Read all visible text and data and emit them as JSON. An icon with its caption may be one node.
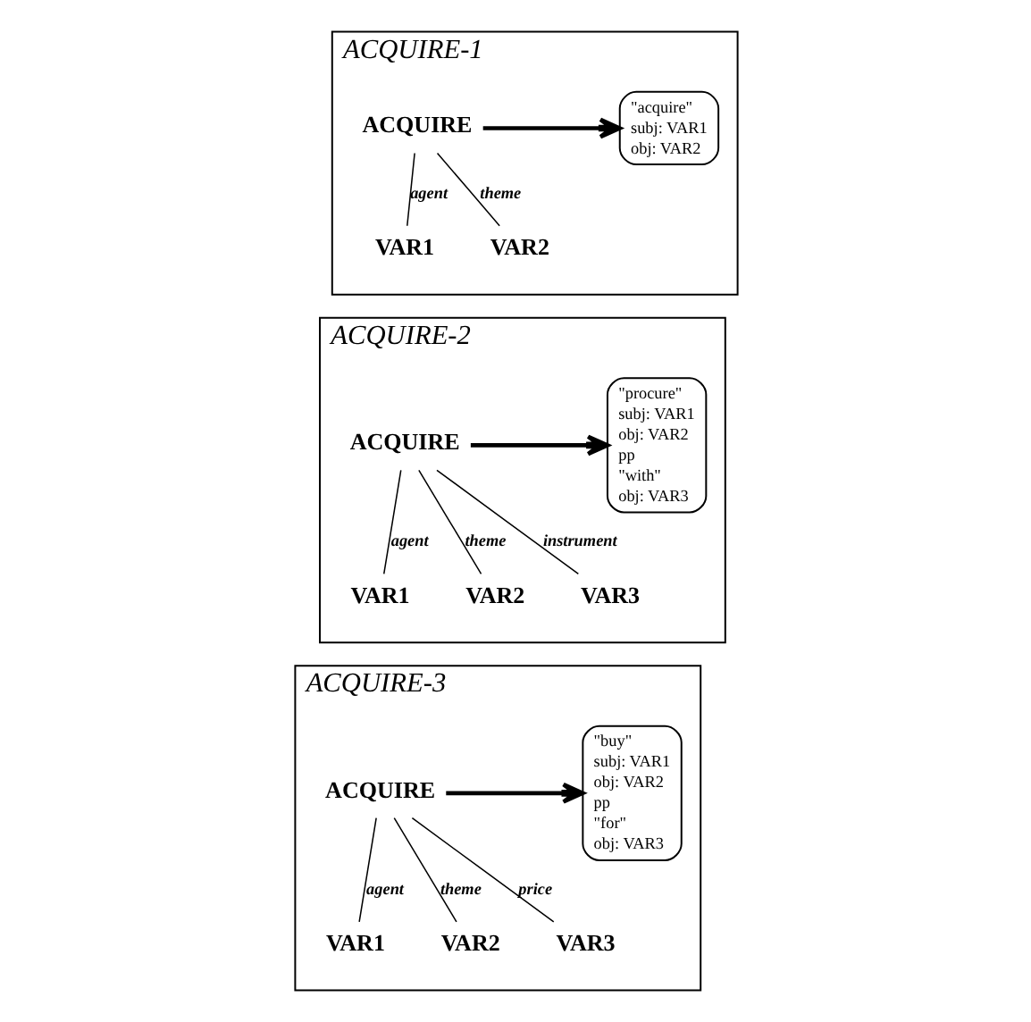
{
  "diagram": {
    "nodes": [
      {
        "text": [
          "ACQUIRE-1"
        ]
      },
      {
        "text": [
          "ACQUIRE"
        ],
        "in": 0
      },
      {
        "text": [
          "VAR1"
        ],
        "in": 0
      },
      {
        "text": [
          "VAR2"
        ],
        "in": 0
      },
      {
        "text": [
          "\"acquire\"",
          "subj: VAR1",
          "obj: VAR2"
        ],
        "in": 0
      },
      {
        "text": [
          "ACQUIRE-2"
        ]
      },
      {
        "text": [
          "ACQUIRE"
        ],
        "in": 5
      },
      {
        "text": [
          "VAR1"
        ],
        "in": 5
      },
      {
        "text": [
          "VAR2"
        ],
        "in": 5
      },
      {
        "text": [
          "VAR3"
        ],
        "in": 5
      },
      {
        "text": [
          "\"procure\"",
          "subj: VAR1",
          "obj: VAR2",
          "pp",
          "\"with\"",
          "obj: VAR3"
        ],
        "in": 5
      },
      {
        "text": [
          "ACQUIRE-3"
        ]
      },
      {
        "text": [
          "ACQUIRE"
        ],
        "in": 11
      },
      {
        "text": [
          "VAR1"
        ],
        "in": 11
      },
      {
        "text": [
          "VAR2"
        ],
        "in": 11
      },
      {
        "text": [
          "VAR3"
        ],
        "in": 11
      },
      {
        "text": [
          "\"buy\"",
          "subj: VAR1",
          "obj: VAR2",
          "pp",
          "\"for\"",
          "obj: VAR3"
        ],
        "in": 11
      }
    ],
    "edges": [
      {
        "from": 1,
        "to": 2,
        "arrow": "none",
        "label": "agent"
      },
      {
        "from": 1,
        "to": 3,
        "arrow": "none",
        "label": "theme"
      },
      {
        "from": 1,
        "to": 4,
        "arrow": "to",
        "style": "thick"
      },
      {
        "from": 6,
        "to": 7,
        "arrow": "none",
        "label": "agent"
      },
      {
        "from": 6,
        "to": 8,
        "arrow": "none",
        "label": "theme"
      },
      {
        "from": 6,
        "to": 9,
        "arrow": "none",
        "label": "instrument"
      },
      {
        "from": 6,
        "to": 10,
        "arrow": "to",
        "style": "thick"
      },
      {
        "from": 12,
        "to": 13,
        "arrow": "none",
        "label": "agent"
      },
      {
        "from": 12,
        "to": 14,
        "arrow": "none",
        "label": "theme"
      },
      {
        "from": 12,
        "to": 15,
        "arrow": "none",
        "label": "price"
      },
      {
        "from": 12,
        "to": 16,
        "arrow": "to",
        "style": "thick"
      }
    ]
  }
}
